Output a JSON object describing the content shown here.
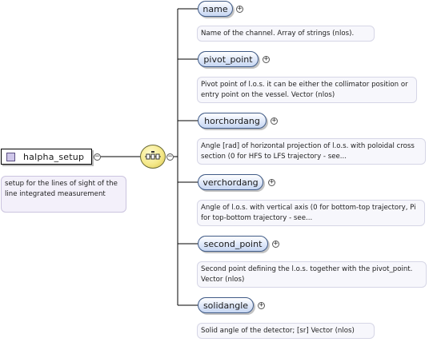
{
  "root": {
    "name": "halpha_setup",
    "documentation": "setup for the lines of sight of the line integrated measurement"
  },
  "compositor": {
    "type": "sequence",
    "icon": "sequence-icon"
  },
  "children": [
    {
      "name": "name",
      "documentation": "Name of the channel. Array of strings (nlos)."
    },
    {
      "name": "pivot_point",
      "documentation": "Pivot point of l.o.s. it can be either the collimator position or entry point on the vessel. Vector (nlos)"
    },
    {
      "name": "horchordang",
      "documentation": "Angle [rad] of horizontal projection of l.o.s. with poloidal cross section (0 for HFS to LFS trajectory - see..."
    },
    {
      "name": "verchordang",
      "documentation": "Angle of l.o.s. with vertical axis (0 for bottom-top trajectory, Pi for top-bottom trajectory - see..."
    },
    {
      "name": "second_point",
      "documentation": "Second point defining the l.o.s. together with the pivot_point. Vector (nlos)"
    },
    {
      "name": "solidangle",
      "documentation": "Solid angle of the detector; [sr] Vector (nlos)"
    }
  ],
  "colors": {
    "element_fill": "#c6d6f2",
    "element_border": "#3f5a86",
    "root_icon": "#cfc7ea",
    "compositor": "#f5e98a",
    "connector": "#000000"
  }
}
